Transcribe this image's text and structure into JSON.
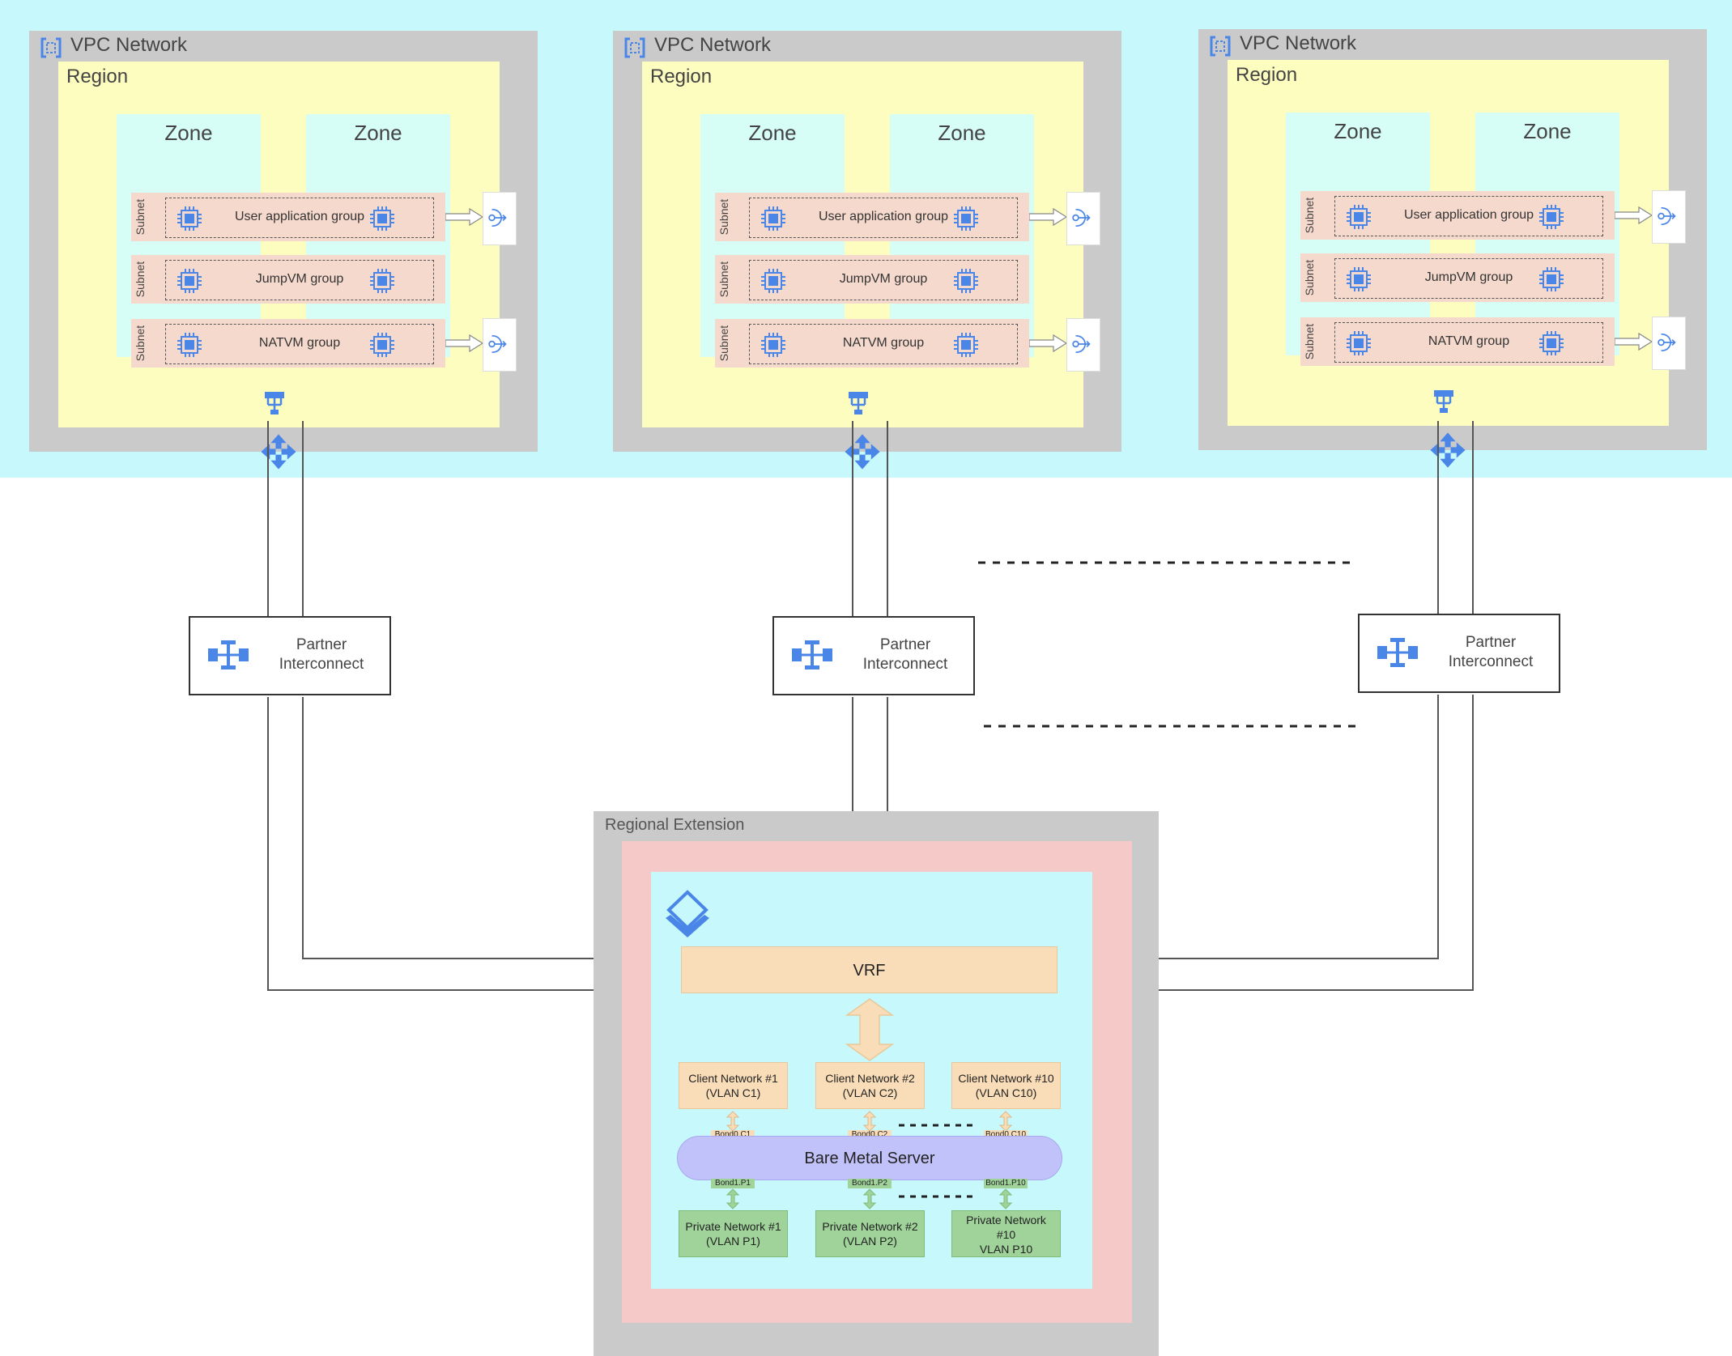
{
  "vpcs": [
    {
      "title": "VPC Network",
      "region": "Region",
      "zones": [
        "Zone",
        "Zone"
      ],
      "subnets": [
        {
          "label": "Subnet",
          "group": "User application group"
        },
        {
          "label": "Subnet",
          "group": "JumpVM group"
        },
        {
          "label": "Subnet",
          "group": "NATVM group"
        }
      ]
    },
    {
      "title": "VPC Network",
      "region": "Region",
      "zones": [
        "Zone",
        "Zone"
      ],
      "subnets": [
        {
          "label": "Subnet",
          "group": "User application group"
        },
        {
          "label": "Subnet",
          "group": "JumpVM group"
        },
        {
          "label": "Subnet",
          "group": "NATVM group"
        }
      ]
    },
    {
      "title": "VPC Network",
      "region": "Region",
      "zones": [
        "Zone",
        "Zone"
      ],
      "subnets": [
        {
          "label": "Subnet",
          "group": "User application group"
        },
        {
          "label": "Subnet",
          "group": "JumpVM group"
        },
        {
          "label": "Subnet",
          "group": "NATVM group"
        }
      ]
    }
  ],
  "interconnects": [
    {
      "line1": "Partner",
      "line2": "Interconnect"
    },
    {
      "line1": "Partner",
      "line2": "Interconnect"
    },
    {
      "line1": "Partner",
      "line2": "Interconnect"
    }
  ],
  "regional_extension": {
    "title": "Regional Extension",
    "vrf": "VRF",
    "client_networks": [
      {
        "line1": "Client Network #1",
        "line2": "(VLAN C1)"
      },
      {
        "line1": "Client Network #2",
        "line2": "(VLAN C2)"
      },
      {
        "line1": "Client Network #10",
        "line2": "(VLAN C10)"
      }
    ],
    "client_bonds": [
      "Bond0.C1",
      "Bond0.C2",
      "Bond0.C10"
    ],
    "server": "Bare Metal Server",
    "private_bonds": [
      "Bond1.P1",
      "Bond1.P2",
      "Bond1.P10"
    ],
    "private_networks": [
      {
        "line1": "Private Network #1",
        "line2": "(VLAN P1)",
        "line3": ""
      },
      {
        "line1": "Private Network #2",
        "line2": "(VLAN P2)",
        "line3": ""
      },
      {
        "line1": "Private Network",
        "line2": "#10",
        "line3": "VLAN P10"
      }
    ]
  },
  "colors": {
    "band": "#c6f8fc",
    "vpc": "#cacaca",
    "region": "#fdfdc0",
    "zone": "#d6fdf6",
    "subnet": "#f6d9cd",
    "pink": "#f6c9c9",
    "vrf": "#f9ddb8",
    "server": "#c2c2fb",
    "private": "#9fd39a",
    "icon_blue": "#4a86e8"
  }
}
